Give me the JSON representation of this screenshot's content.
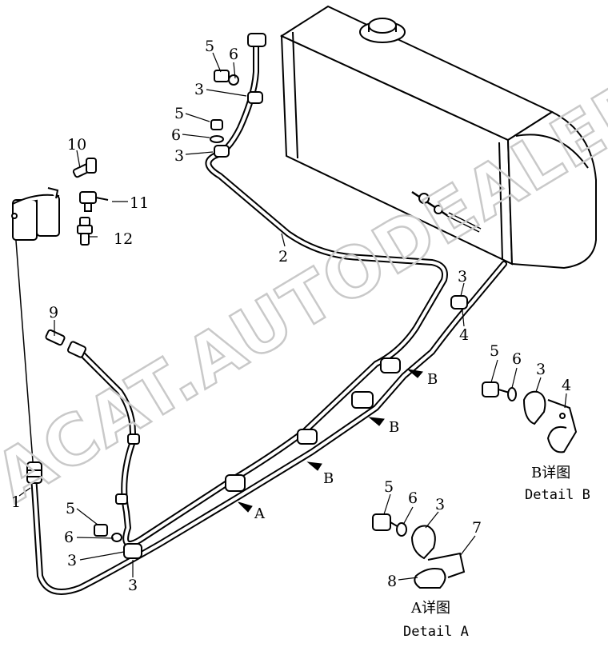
{
  "parts": {
    "p1": "1",
    "p2": "2",
    "p3": "3",
    "p4": "4",
    "p5": "5",
    "p6": "6",
    "p7": "7",
    "p8": "8",
    "p9": "9",
    "p10": "10",
    "p11": "11",
    "p12": "12"
  },
  "arrows": {
    "a": "A",
    "b": "B"
  },
  "details": {
    "a_cn": "A详图",
    "a_en": "Detail A",
    "b_cn": "B详图",
    "b_en": "Detail B"
  },
  "watermark": "ACAT.AUTODEALER.RU"
}
